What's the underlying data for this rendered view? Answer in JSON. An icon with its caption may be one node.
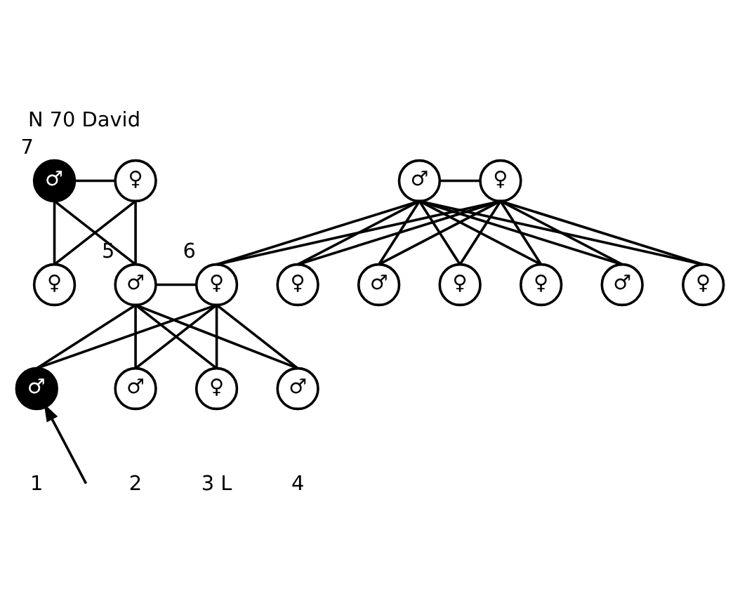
{
  "diagram": {
    "title": "N 70 David",
    "nodes": [
      {
        "text": [
          "♂"
        ],
        "beside": [
          "7"
        ]
      },
      {
        "text": [
          "♀"
        ]
      },
      {
        "text": [
          "♂"
        ]
      },
      {
        "text": [
          "♀"
        ]
      },
      {
        "text": [
          "♀"
        ]
      },
      {
        "text": [
          "♂"
        ],
        "beside": [
          "5"
        ]
      },
      {
        "text": [
          "♀"
        ],
        "beside": [
          "6"
        ]
      },
      {
        "text": [
          "♀"
        ]
      },
      {
        "text": [
          "♂"
        ]
      },
      {
        "text": [
          "♀"
        ]
      },
      {
        "text": [
          "♀"
        ]
      },
      {
        "text": [
          "♂"
        ]
      },
      {
        "text": [
          "♀"
        ]
      },
      {
        "text": [
          "♂"
        ],
        "beside": [
          "1"
        ]
      },
      {
        "text": [
          "♂"
        ],
        "beside": [
          "2"
        ]
      },
      {
        "text": [
          "♀"
        ],
        "beside": [
          "3",
          "L"
        ]
      },
      {
        "text": [
          "♂"
        ],
        "beside": [
          "4"
        ]
      }
    ],
    "edges": [
      {
        "from": 0,
        "to": 1,
        "arrow": "none"
      },
      {
        "from": 2,
        "to": 3,
        "arrow": "none"
      },
      {
        "from": 0,
        "to": 4,
        "arrow": "none"
      },
      {
        "from": 1,
        "to": 4,
        "arrow": "none"
      },
      {
        "from": 0,
        "to": 5,
        "arrow": "none"
      },
      {
        "from": 1,
        "to": 5,
        "arrow": "none"
      },
      {
        "from": 2,
        "to": 6,
        "arrow": "none"
      },
      {
        "from": 3,
        "to": 6,
        "arrow": "none"
      },
      {
        "from": 2,
        "to": 7,
        "arrow": "none"
      },
      {
        "from": 3,
        "to": 7,
        "arrow": "none"
      },
      {
        "from": 2,
        "to": 8,
        "arrow": "none"
      },
      {
        "from": 3,
        "to": 8,
        "arrow": "none"
      },
      {
        "from": 2,
        "to": 9,
        "arrow": "none"
      },
      {
        "from": 3,
        "to": 9,
        "arrow": "none"
      },
      {
        "from": 2,
        "to": 10,
        "arrow": "none"
      },
      {
        "from": 3,
        "to": 10,
        "arrow": "none"
      },
      {
        "from": 2,
        "to": 11,
        "arrow": "none"
      },
      {
        "from": 3,
        "to": 11,
        "arrow": "none"
      },
      {
        "from": 2,
        "to": 12,
        "arrow": "none"
      },
      {
        "from": 3,
        "to": 12,
        "arrow": "none"
      },
      {
        "from": 5,
        "to": 6,
        "arrow": "none"
      },
      {
        "from": 5,
        "to": 13,
        "arrow": "none"
      },
      {
        "from": 6,
        "to": 13,
        "arrow": "none"
      },
      {
        "from": 5,
        "to": 14,
        "arrow": "none"
      },
      {
        "from": 6,
        "to": 14,
        "arrow": "none"
      },
      {
        "from": 5,
        "to": 15,
        "arrow": "none"
      },
      {
        "from": 6,
        "to": 15,
        "arrow": "none"
      },
      {
        "from": 5,
        "to": 16,
        "arrow": "none"
      },
      {
        "from": 6,
        "to": 16,
        "arrow": "none"
      },
      {
        "from": null,
        "to": 13,
        "arrow": "to"
      }
    ]
  }
}
